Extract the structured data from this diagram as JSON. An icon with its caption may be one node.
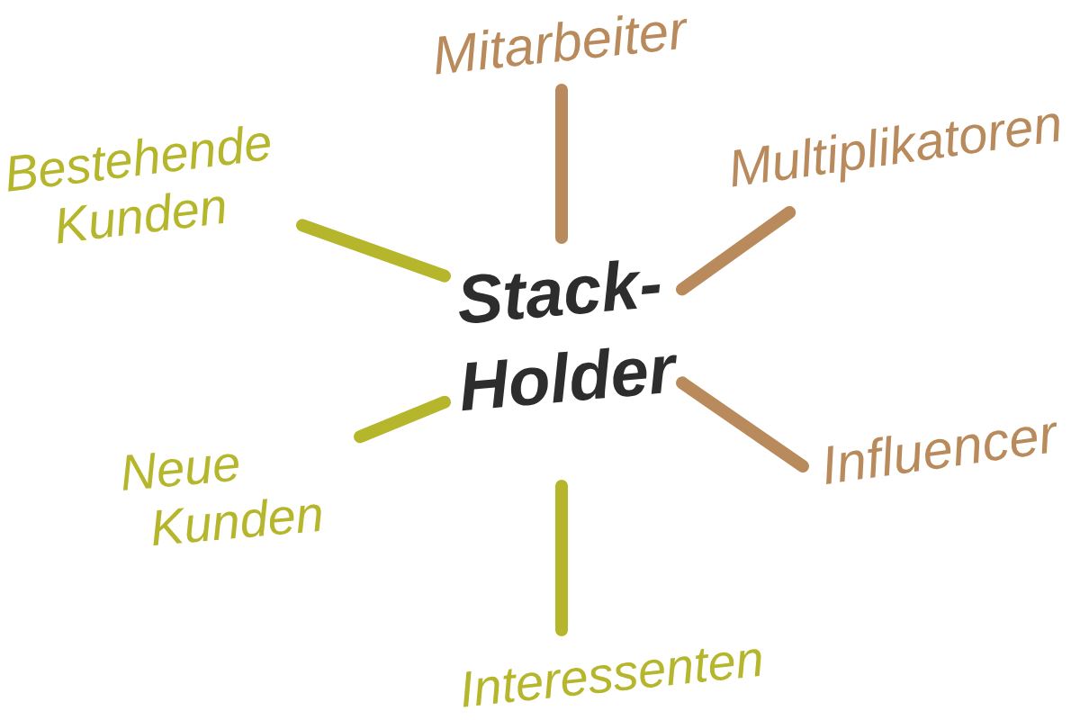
{
  "diagram": {
    "nodes": [
      {
        "text": [
          "Mitarbeiter"
        ]
      },
      {
        "text": [
          "Bestehende Kunden"
        ]
      },
      {
        "text": [
          "Multiplikatoren"
        ]
      },
      {
        "text": [
          "Stack-Holder"
        ]
      },
      {
        "text": [
          "Neue Kunden"
        ]
      },
      {
        "text": [
          "Influencer"
        ]
      },
      {
        "text": [
          "Interessenten"
        ]
      }
    ],
    "edges": [
      {
        "from": 3,
        "to": 0,
        "arrow": "none",
        "color": "#b98a5c"
      },
      {
        "from": 3,
        "to": 1,
        "arrow": "none",
        "color": "#b5b62b"
      },
      {
        "from": 3,
        "to": 2,
        "arrow": "none",
        "color": "#b98a5c"
      },
      {
        "from": 3,
        "to": 4,
        "arrow": "none",
        "color": "#b5b62b"
      },
      {
        "from": 3,
        "to": 5,
        "arrow": "none",
        "color": "#b98a5c"
      },
      {
        "from": 3,
        "to": 6,
        "arrow": "none",
        "color": "#b5b62b"
      }
    ]
  }
}
